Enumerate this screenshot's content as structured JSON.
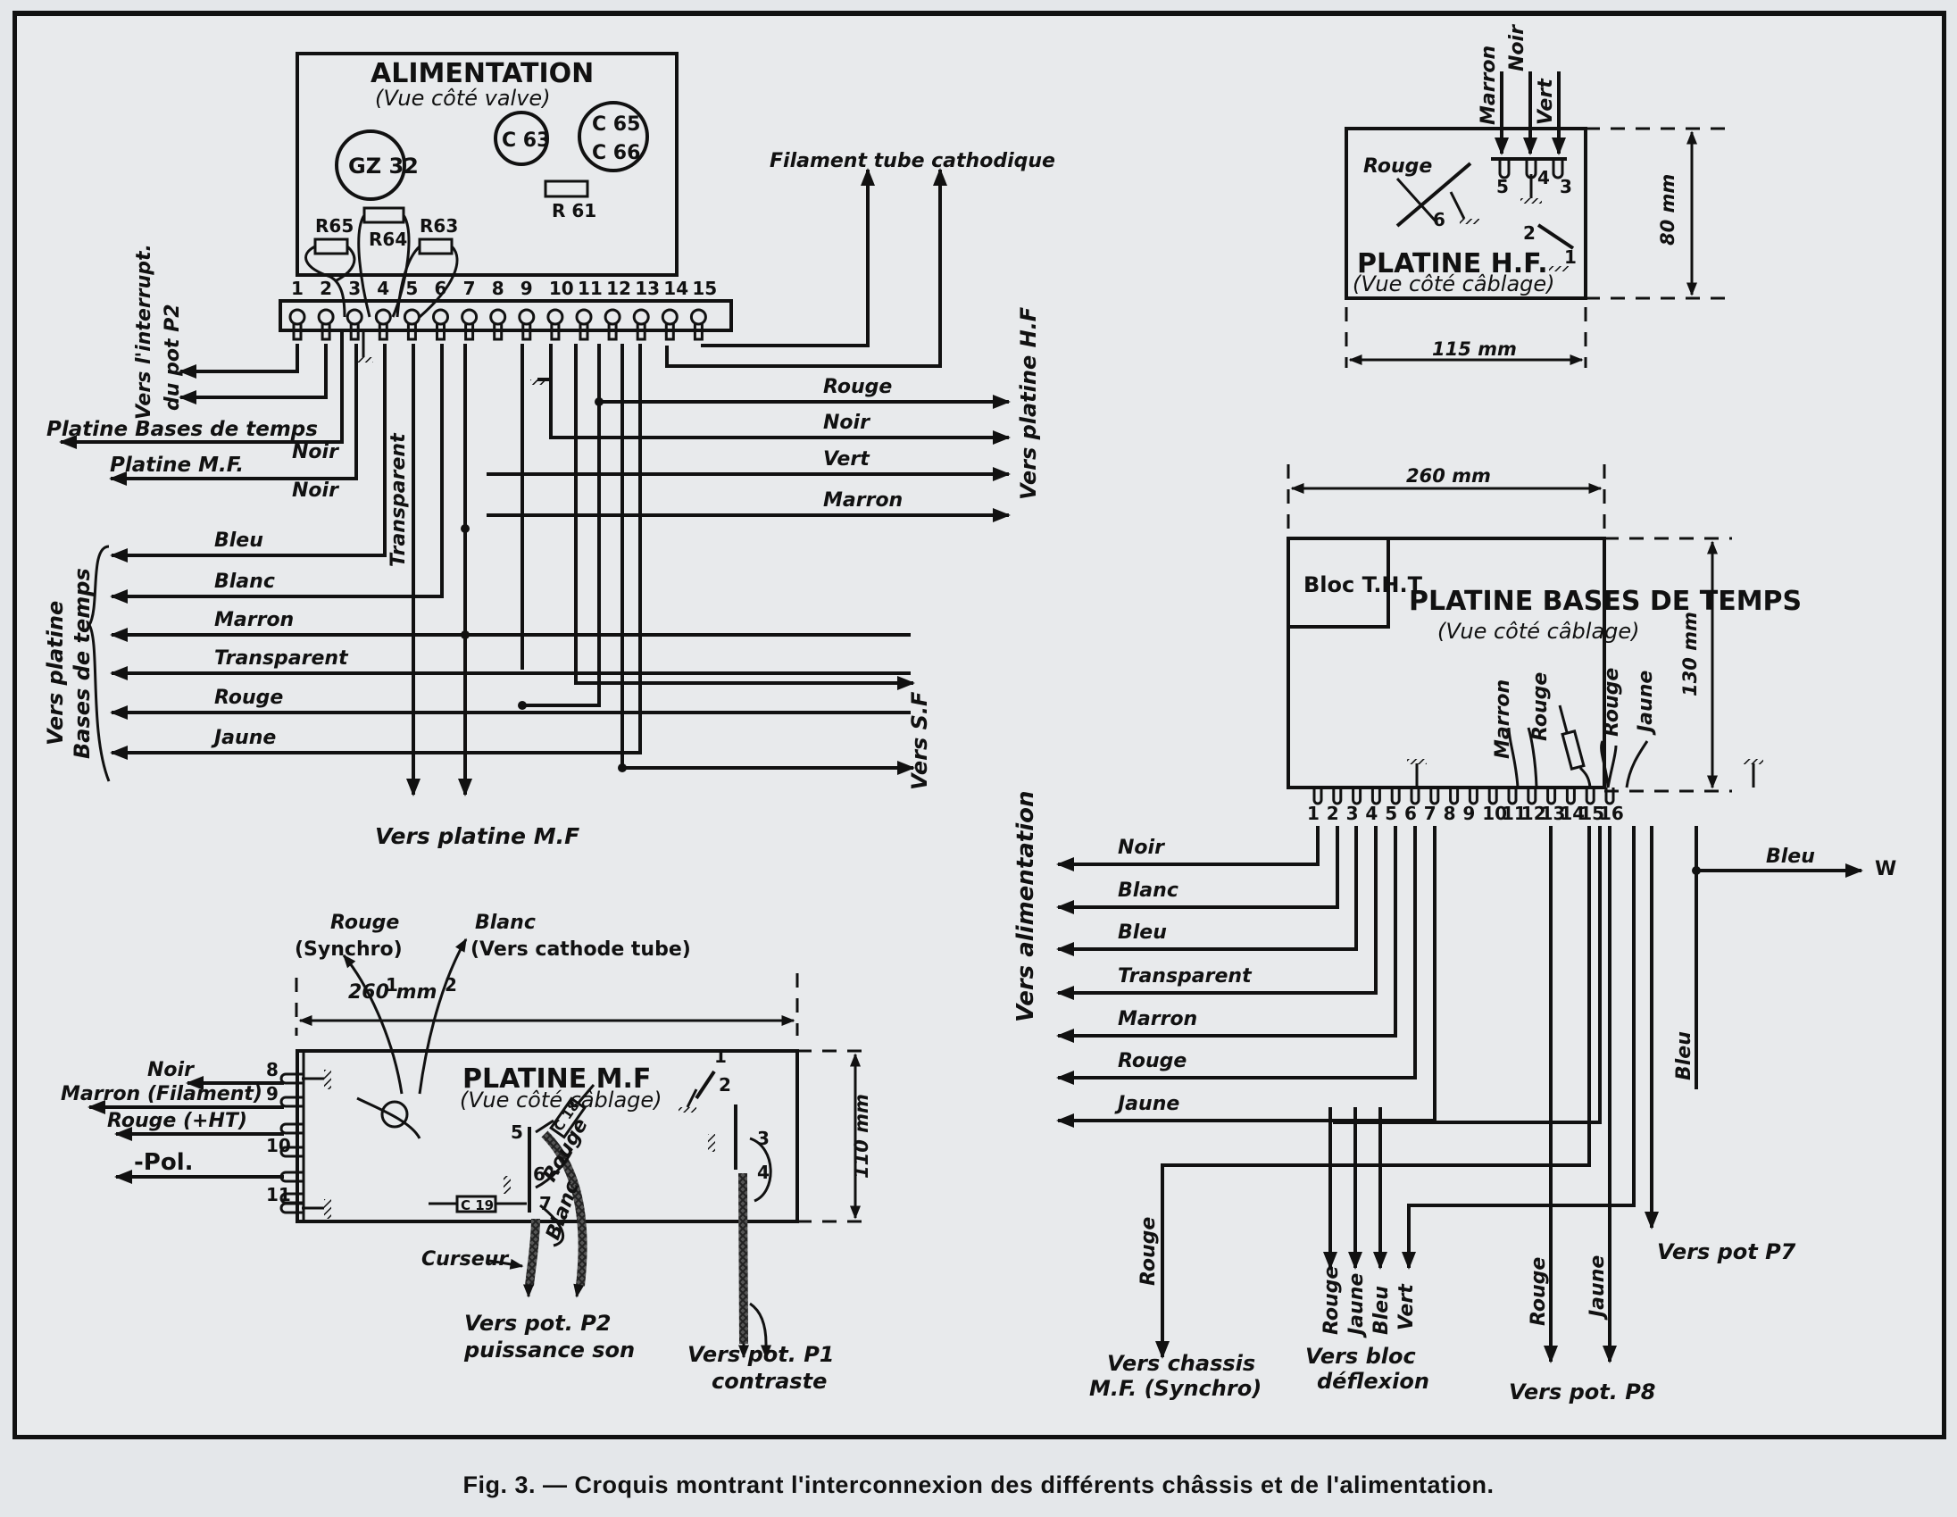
{
  "caption": "Fig. 3. — Croquis montrant l'interconnexion des différents châssis et de l'alimentation.",
  "alimentation": {
    "title": "ALIMENTATION",
    "subtitle": "(Vue côté valve)",
    "tubes": [
      "GZ 32",
      "C 63",
      "C 65",
      "C 66"
    ],
    "resistors": [
      "R 61",
      "R65",
      "R64",
      "R63"
    ],
    "terminals": [
      "1",
      "2",
      "3",
      "4",
      "5",
      "6",
      "7",
      "8",
      "9",
      "10",
      "11",
      "12",
      "13",
      "14",
      "15"
    ],
    "to_top_label": "Filament tube cathodique",
    "to_interrupt_label_1": "Vers l'interrupt.",
    "to_interrupt_label_2": "du pot P2",
    "left_outputs": [
      "Platine Bases de temps",
      "Platine M.F."
    ],
    "left_wire_labels": [
      "Noir",
      "Noir"
    ],
    "tb_wires": [
      "Bleu",
      "Blanc",
      "Marron",
      "Transparent",
      "Rouge",
      "Jaune"
    ],
    "tb_group_label_1": "Vers platine",
    "tb_group_label_2": "Bases de temps",
    "transparent_label": "Transparent",
    "to_mf_label": "Vers platine M.F",
    "hf_wires": [
      "Rouge",
      "Noir",
      "Vert",
      "Marron"
    ],
    "hf_group_label": "Vers platine H.F",
    "sf_label": "Vers S.F"
  },
  "platine_hf": {
    "title": "PLATINE H.F.",
    "subtitle": "(Vue côté câblage)",
    "incoming": [
      "Marron",
      "Noir",
      "Vert"
    ],
    "wire_label": "Rouge",
    "pins": [
      "1",
      "2",
      "3",
      "4",
      "5",
      "6"
    ],
    "width_dim": "115 mm",
    "height_dim": "80 mm"
  },
  "platine_bt": {
    "title": "PLATINE BASES DE TEMPS",
    "subtitle": "(Vue côté câblage)",
    "tht_label": "Bloc T.H.T",
    "width_dim": "260 mm",
    "height_dim": "130 mm",
    "pins": [
      "1",
      "2",
      "3",
      "4",
      "5",
      "6",
      "7",
      "8",
      "9",
      "10",
      "11",
      "12",
      "13",
      "14",
      "15",
      "16"
    ],
    "inner_wires": [
      "Marron",
      "Rouge",
      "Rouge",
      "Jaune"
    ],
    "alim_wires": [
      "Noir",
      "Blanc",
      "Bleu",
      "Transparent",
      "Marron",
      "Rouge",
      "Jaune"
    ],
    "alim_group_label": "Vers alimentation",
    "w_wire": "Bleu",
    "w_label": "W",
    "bleu_down": "Bleu",
    "chassis_wire": "Rouge",
    "chassis_label_1": "Vers chassis",
    "chassis_label_2": "M.F. (Synchro)",
    "deflexion_wires": [
      "Rouge",
      "Jaune",
      "Bleu",
      "Vert"
    ],
    "deflexion_label_1": "Vers bloc",
    "deflexion_label_2": "déflexion",
    "p8_wires": [
      "Rouge",
      "Jaune"
    ],
    "p8_label": "Vers pot. P8",
    "p7_label": "Vers pot P7"
  },
  "platine_mf": {
    "title": "PLATINE M.F",
    "subtitle": "(Vue côté câblage)",
    "width_dim": "260 mm",
    "height_dim": "110 mm",
    "left_wires": [
      "Noir",
      "Marron (Filament)",
      "Rouge (+HT)",
      "-Pol."
    ],
    "left_pins": [
      "8",
      "9",
      "10",
      "11"
    ],
    "top_wires": [
      "Rouge",
      "(Synchro)",
      "Blanc",
      "(Vers cathode tube)"
    ],
    "top_pins": [
      "1",
      "2"
    ],
    "components": [
      "C 18",
      "C 19"
    ],
    "inner_pins": [
      "5",
      "6",
      "7",
      "1",
      "2",
      "3",
      "4"
    ],
    "inner_wire_labels": [
      "Rouge",
      "Blanc"
    ],
    "curseur_label": "Curseur",
    "p2_label_1": "Vers pot. P2",
    "p2_label_2": "puissance son",
    "p1_label_1": "Vers     pot. P1",
    "p1_label_2": "contraste"
  }
}
